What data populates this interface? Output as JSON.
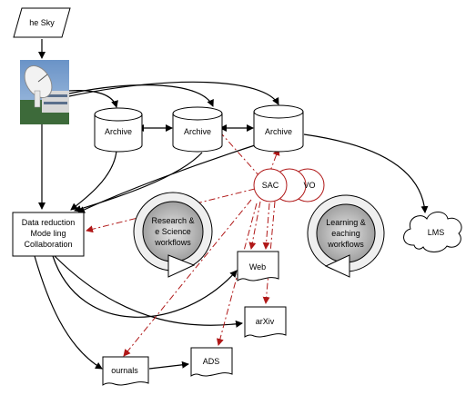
{
  "nodes": {
    "sky": "he Sky",
    "archive_1": "Archive",
    "archive_2": "Archive",
    "archive_3": "Archive",
    "data_reduction_lines": [
      "Data reduction",
      "Mode ling",
      "Collaboration"
    ],
    "research_cycle_lines": [
      "Research &",
      "e Science",
      "workflows"
    ],
    "learning_cycle_lines": [
      "Learning &",
      "eaching",
      "workflows"
    ],
    "lms": "LMS",
    "web": "Web",
    "arxiv": "arXiv",
    "ads": "ADS",
    "journals": "ournals",
    "sac": "SAC",
    "vo": "VO"
  },
  "colors": {
    "line": "#000000",
    "dashed_link": "#b01818",
    "cycle_fill_light": "#f0f0f0",
    "cycle_fill_dark": "#a8a8a8"
  }
}
